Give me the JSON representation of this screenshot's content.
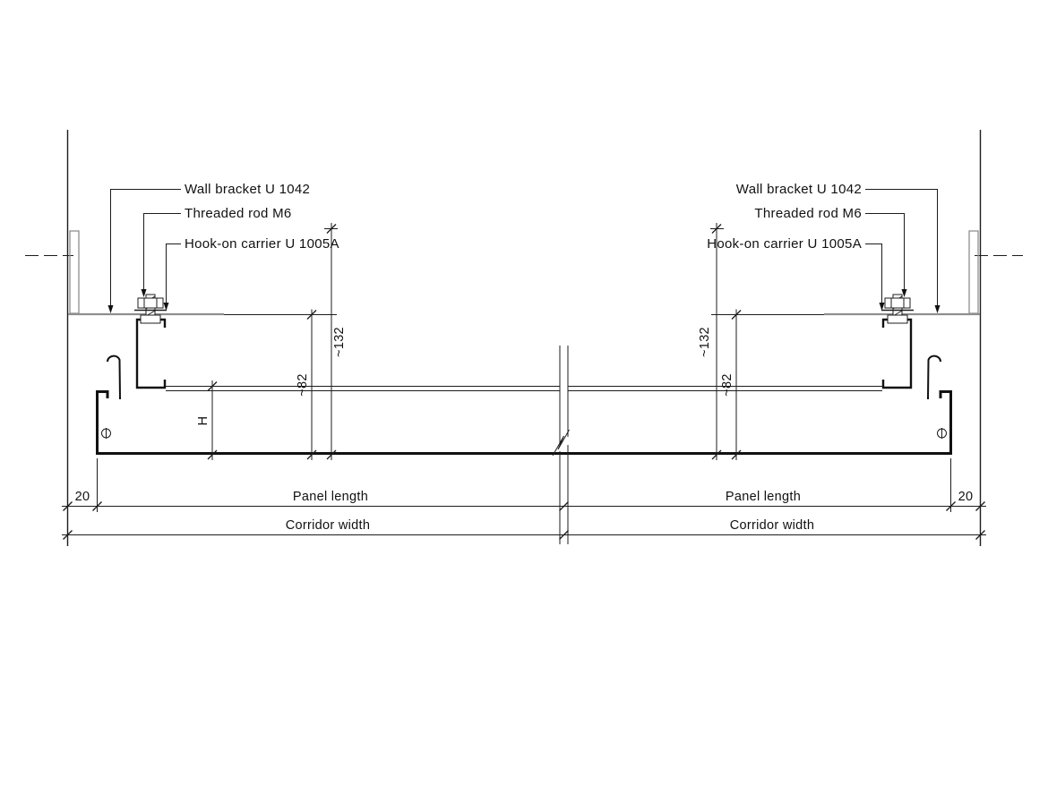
{
  "drawing": {
    "type": "technical-section",
    "callouts": {
      "wall_bracket": "Wall bracket U 1042",
      "threaded_rod": "Threaded rod M6",
      "hook_on_carrier": "Hook-on carrier U 1005A"
    },
    "dimensions": {
      "suspension_height": "~132",
      "hook_on_height": "~82",
      "panel_height": "H",
      "wall_clearance": "20",
      "panel_length": "Panel length",
      "corridor_width": "Corridor width"
    },
    "colors": {
      "primary_line": "#1c1c1c",
      "secondary_line": "#8e8e8e",
      "background": "#ffffff"
    }
  }
}
